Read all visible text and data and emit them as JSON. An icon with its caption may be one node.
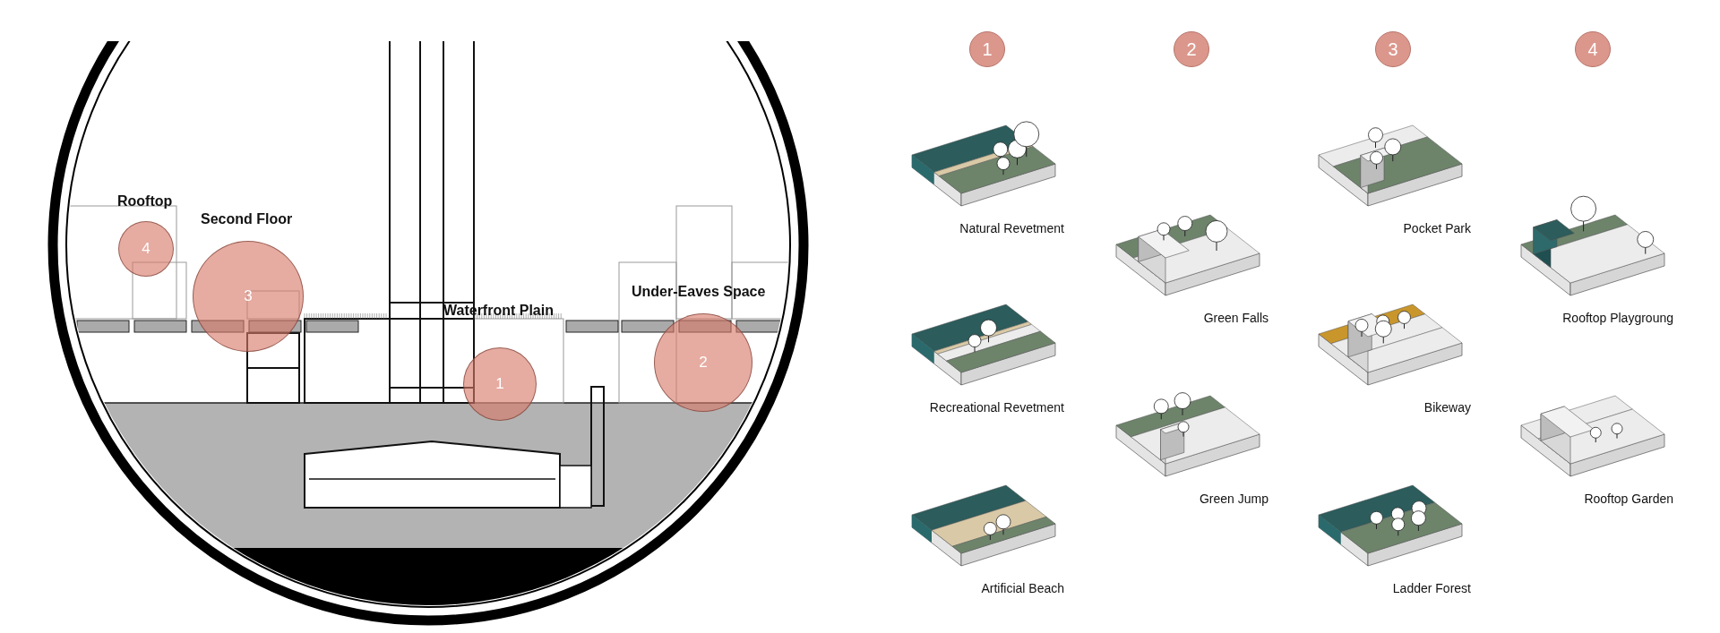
{
  "diagram": {
    "nodes": [
      {
        "text": [
          "1"
        ]
      },
      {
        "text": [
          "2"
        ]
      },
      {
        "text": [
          "3"
        ]
      },
      {
        "text": [
          "4"
        ]
      },
      {
        "text": [
          "1"
        ]
      },
      {
        "text": [
          "2"
        ]
      },
      {
        "text": [
          "3"
        ]
      },
      {
        "text": [
          "4"
        ]
      },
      {
        "text": [],
        "shape": "picture",
        "beside": [
          "Natural Revetment"
        ]
      },
      {
        "text": [],
        "shape": "picture",
        "beside": [
          "Recreational Revetment"
        ]
      },
      {
        "text": [],
        "shape": "picture",
        "beside": [
          "Artificial Beach"
        ]
      },
      {
        "text": [],
        "shape": "picture",
        "beside": [
          "Green Falls"
        ]
      },
      {
        "text": [],
        "shape": "picture",
        "beside": [
          "Green Jump"
        ]
      },
      {
        "text": [],
        "shape": "picture",
        "beside": [
          "Pocket Park"
        ]
      },
      {
        "text": [],
        "shape": "picture",
        "beside": [
          "Bikeway"
        ]
      },
      {
        "text": [],
        "shape": "picture",
        "beside": [
          "Ladder Forest"
        ]
      },
      {
        "text": [],
        "shape": "picture",
        "beside": [
          "Rooftop Playgroung"
        ]
      },
      {
        "text": [],
        "shape": "picture",
        "beside": [
          "Rooftop Garden"
        ]
      }
    ],
    "labels": [
      "Rooftop",
      "Second Floor",
      "Under-Eaves Space",
      "Waterfront Plain"
    ]
  }
}
